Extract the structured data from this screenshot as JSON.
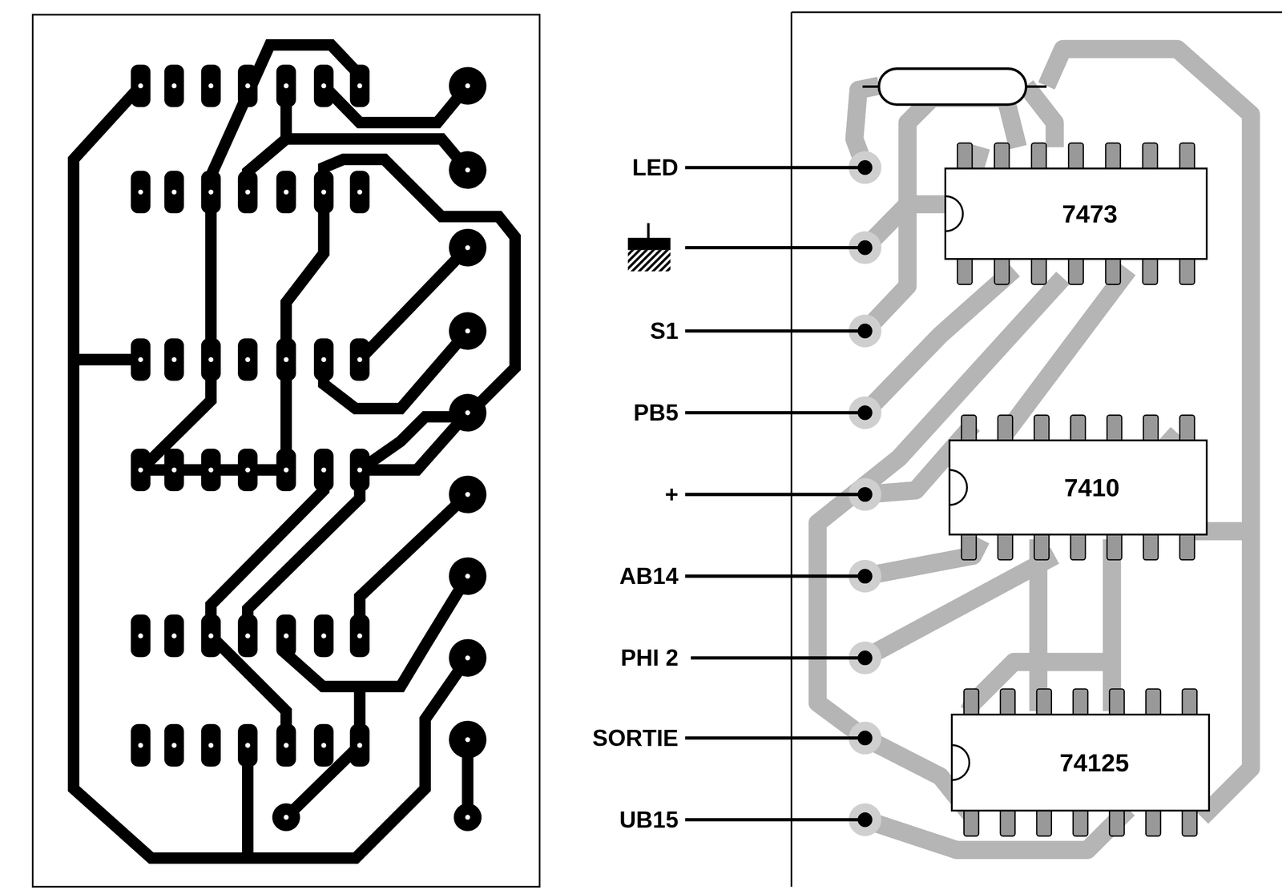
{
  "diagram": {
    "nodes": [
      {
        "text": [
          "7473"
        ]
      },
      {
        "text": [
          "7410"
        ]
      },
      {
        "text": [
          "74125"
        ]
      }
    ],
    "edges": [],
    "labels": [
      "LED",
      "S1",
      "PB5",
      "+",
      "AB14",
      "PHI 2",
      "SORTIE",
      "UB15"
    ]
  }
}
